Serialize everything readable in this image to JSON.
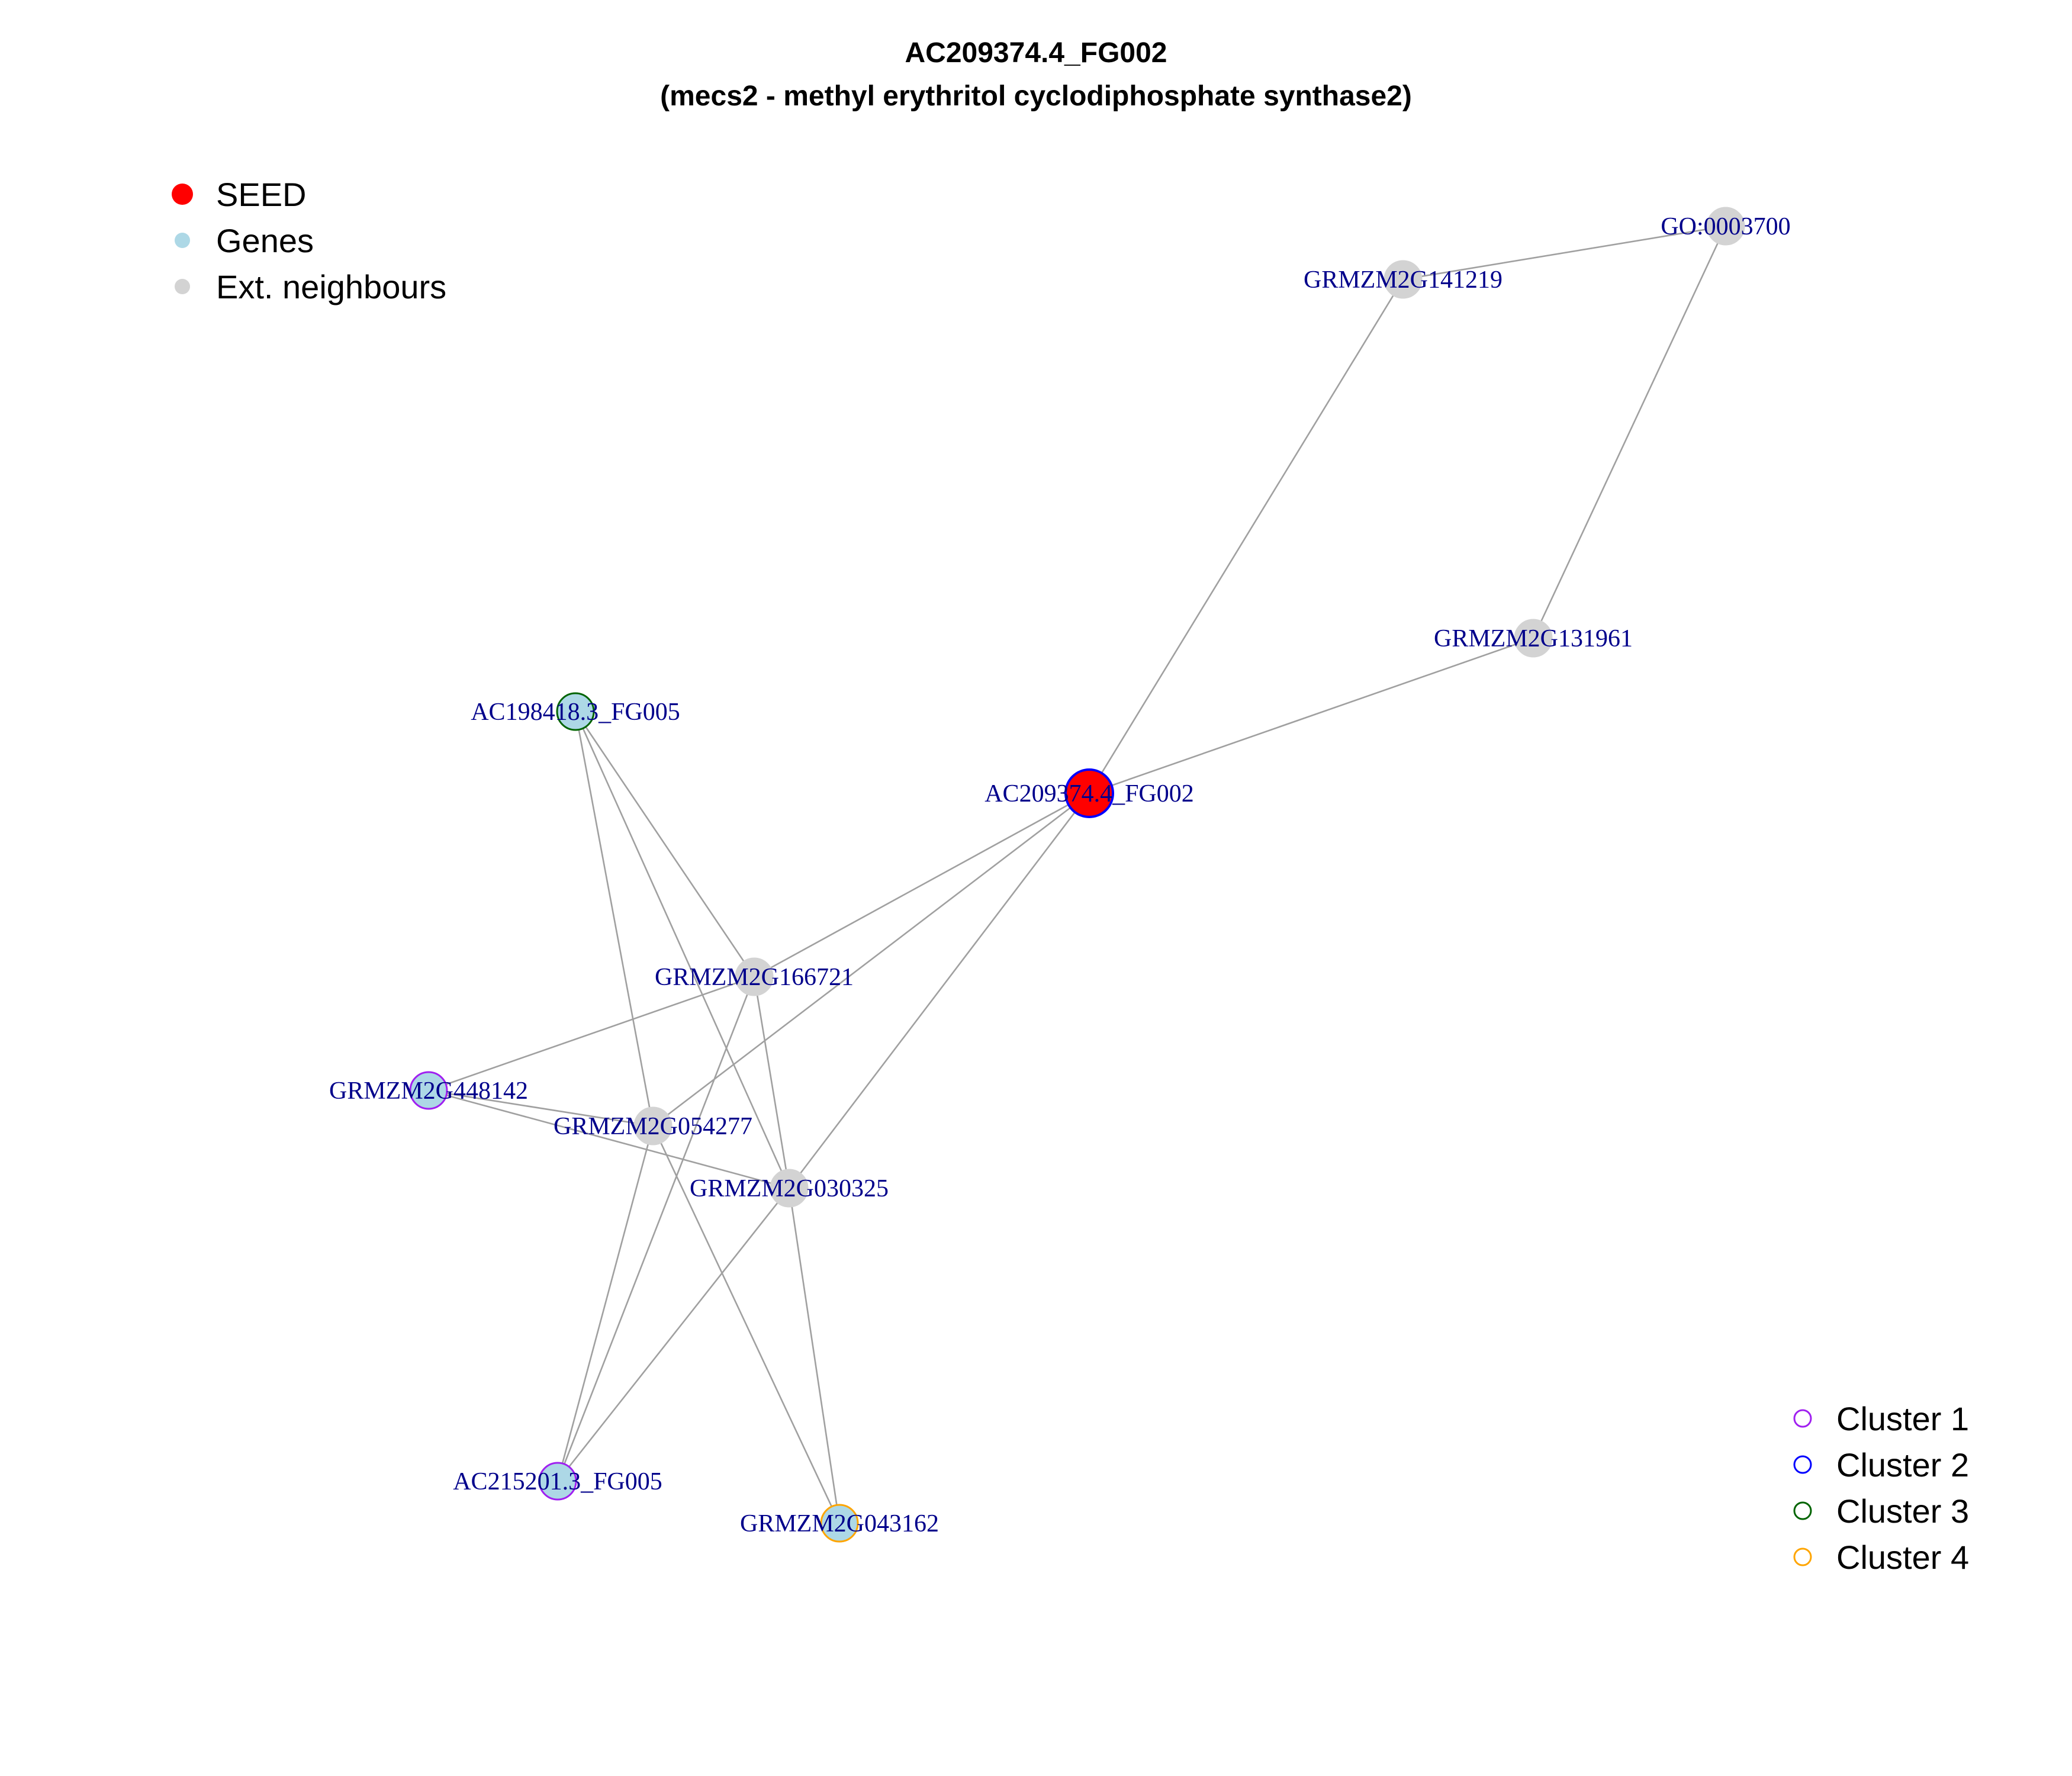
{
  "title": {
    "line1": "AC209374.4_FG002",
    "line2": "(mecs2 - methyl erythritol cyclodiphosphate synthase2)"
  },
  "legend_types": [
    {
      "label": "SEED",
      "color": "#FF0000"
    },
    {
      "label": "Genes",
      "color": "#ADD8E6"
    },
    {
      "label": "Ext. neighbours",
      "color": "#D3D3D3"
    }
  ],
  "legend_clusters": [
    {
      "label": "Cluster 1",
      "color": "#A020F0"
    },
    {
      "label": "Cluster 2",
      "color": "#0000FF"
    },
    {
      "label": "Cluster 3",
      "color": "#006400"
    },
    {
      "label": "Cluster 4",
      "color": "#FFA500"
    }
  ],
  "nodes": [
    {
      "id": "AC209374.4_FG002",
      "label": "AC209374.4_FG002",
      "type": "SEED",
      "fill": "#FF0000",
      "stroke": "#0000FF",
      "size": "large"
    },
    {
      "id": "GRMZM2G141219",
      "label": "GRMZM2G141219",
      "type": "Ext. neighbours",
      "fill": "#D3D3D3",
      "stroke": "#D3D3D3"
    },
    {
      "id": "GO:0003700",
      "label": "GO:0003700",
      "type": "Ext. neighbours",
      "fill": "#D3D3D3",
      "stroke": "#D3D3D3"
    },
    {
      "id": "GRMZM2G131961",
      "label": "GRMZM2G131961",
      "type": "Ext. neighbours",
      "fill": "#D3D3D3",
      "stroke": "#D3D3D3"
    },
    {
      "id": "AC198418.3_FG005",
      "label": "AC198418.3_FG005",
      "type": "Genes",
      "fill": "#ADD8E6",
      "stroke": "#006400"
    },
    {
      "id": "GRMZM2G166721",
      "label": "GRMZM2G166721",
      "type": "Ext. neighbours",
      "fill": "#D3D3D3",
      "stroke": "#D3D3D3"
    },
    {
      "id": "GRMZM2G448142",
      "label": "GRMZM2G448142",
      "type": "Genes",
      "fill": "#ADD8E6",
      "stroke": "#A020F0"
    },
    {
      "id": "GRMZM2G054277",
      "label": "GRMZM2G054277",
      "type": "Ext. neighbours",
      "fill": "#D3D3D3",
      "stroke": "#D3D3D3"
    },
    {
      "id": "GRMZM2G030325",
      "label": "GRMZM2G030325",
      "type": "Ext. neighbours",
      "fill": "#D3D3D3",
      "stroke": "#D3D3D3"
    },
    {
      "id": "AC215201.3_FG005",
      "label": "AC215201.3_FG005",
      "type": "Genes",
      "fill": "#ADD8E6",
      "stroke": "#A020F0"
    },
    {
      "id": "GRMZM2G043162",
      "label": "GRMZM2G043162",
      "type": "Genes",
      "fill": "#ADD8E6",
      "stroke": "#FFA500"
    }
  ],
  "edges": [
    [
      "GRMZM2G141219",
      "GO:0003700"
    ],
    [
      "GO:0003700",
      "GRMZM2G131961"
    ],
    [
      "GRMZM2G141219",
      "AC209374.4_FG002"
    ],
    [
      "GRMZM2G131961",
      "AC209374.4_FG002"
    ],
    [
      "AC209374.4_FG002",
      "GRMZM2G166721"
    ],
    [
      "AC209374.4_FG002",
      "GRMZM2G054277"
    ],
    [
      "AC209374.4_FG002",
      "GRMZM2G030325"
    ],
    [
      "AC198418.3_FG005",
      "GRMZM2G166721"
    ],
    [
      "AC198418.3_FG005",
      "GRMZM2G054277"
    ],
    [
      "AC198418.3_FG005",
      "GRMZM2G030325"
    ],
    [
      "GRMZM2G166721",
      "GRMZM2G448142"
    ],
    [
      "GRMZM2G166721",
      "GRMZM2G030325"
    ],
    [
      "GRMZM2G166721",
      "AC215201.3_FG005"
    ],
    [
      "GRMZM2G448142",
      "GRMZM2G054277"
    ],
    [
      "GRMZM2G448142",
      "GRMZM2G030325"
    ],
    [
      "GRMZM2G054277",
      "AC215201.3_FG005"
    ],
    [
      "GRMZM2G054277",
      "GRMZM2G043162"
    ],
    [
      "GRMZM2G030325",
      "AC215201.3_FG005"
    ],
    [
      "GRMZM2G030325",
      "GRMZM2G043162"
    ]
  ]
}
